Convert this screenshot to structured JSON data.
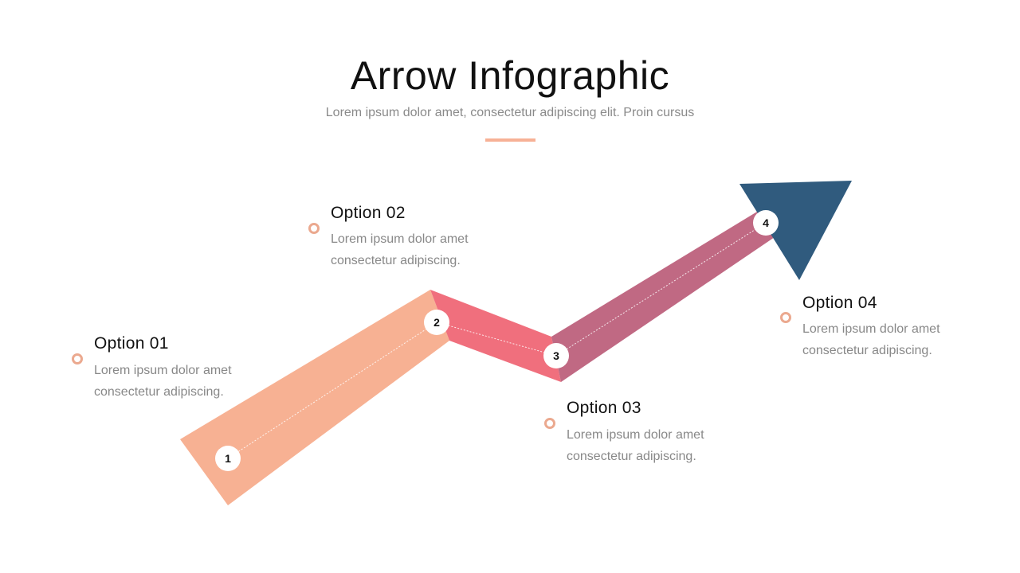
{
  "header": {
    "title": "Arrow Infographic",
    "subtitle": "Lorem ipsum dolor amet, consectetur adipiscing elit. Proin cursus"
  },
  "colors": {
    "segment1": "#f7b193",
    "segment2": "#f06f7d",
    "segment3": "#c06983",
    "arrowhead": "#305b7e",
    "bullet": "#eba98f",
    "divider": "#f7b196"
  },
  "steps": [
    {
      "number": "1",
      "title": "Option 01",
      "text_line1": "Lorem ipsum dolor amet",
      "text_line2": "consectetur adipiscing."
    },
    {
      "number": "2",
      "title": "Option 02",
      "text_line1": "Lorem ipsum dolor amet",
      "text_line2": "consectetur adipiscing."
    },
    {
      "number": "3",
      "title": "Option 03",
      "text_line1": "Lorem ipsum dolor amet",
      "text_line2": "consectetur adipiscing."
    },
    {
      "number": "4",
      "title": "Option 04",
      "text_line1": "Lorem ipsum dolor amet",
      "text_line2": "consectetur adipiscing."
    }
  ]
}
